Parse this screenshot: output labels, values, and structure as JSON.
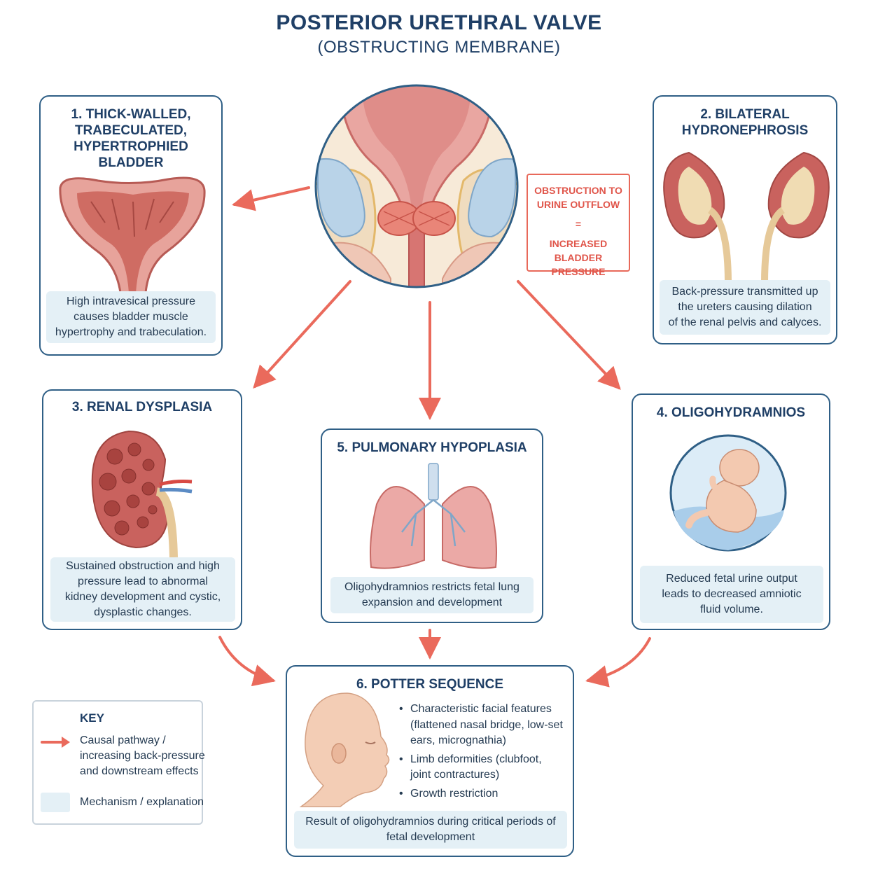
{
  "title": "POSTERIOR URETHRAL VALVE",
  "subtitle": "(OBSTRUCTING MEMBRANE)",
  "callout": {
    "line1": "OBSTRUCTION TO\nURINE OUTFLOW",
    "equals": "=",
    "line2": "INCREASED\nBLADDER PRESSURE"
  },
  "cards": {
    "bladder": {
      "title": "1. THICK-WALLED,\nTRABECULATED,\nHYPERTROPHIED\nBLADDER",
      "explain": "High intravesical pressure\ncauses bladder muscle\nhypertrophy and trabeculation."
    },
    "hydronephrosis": {
      "title": "2. BILATERAL\nHYDRONEPHROSIS",
      "explain": "Back-pressure transmitted up\nthe ureters causing dilation\nof the renal pelvis and calyces."
    },
    "dysplasia": {
      "title": "3. RENAL DYSPLASIA",
      "explain": "Sustained obstruction and high\npressure lead to abnormal\nkidney development and cystic,\ndysplastic changes."
    },
    "oligo": {
      "title": "4. OLIGOHYDRAMNIOS",
      "explain": "Reduced fetal urine output\nleads to decreased amniotic\nfluid volume."
    },
    "pulmonary": {
      "title": "5. PULMONARY HYPOPLASIA",
      "explain": "Oligohydramnios restricts fetal lung\nexpansion and development"
    },
    "potter": {
      "title": "6. POTTER SEQUENCE",
      "bullets": [
        "Characteristic facial features (flattened nasal bridge, low-set ears, micrognathia)",
        "Limb deformities (clubfoot, joint contractures)",
        "Growth restriction"
      ],
      "bullet_char": "•",
      "explain": "Result of oligohydramnios during critical periods of\nfetal development"
    }
  },
  "key": {
    "title": "KEY",
    "arrow_label": "Causal pathway /\nincreasing back-pressure\nand downstream effects",
    "box_label": "Mechanism / explanation"
  },
  "colors": {
    "arrow": "#ea6a5c",
    "card_border": "#2f5f86",
    "title_text": "#1f3f66",
    "explain_bg": "#e4f0f6"
  }
}
